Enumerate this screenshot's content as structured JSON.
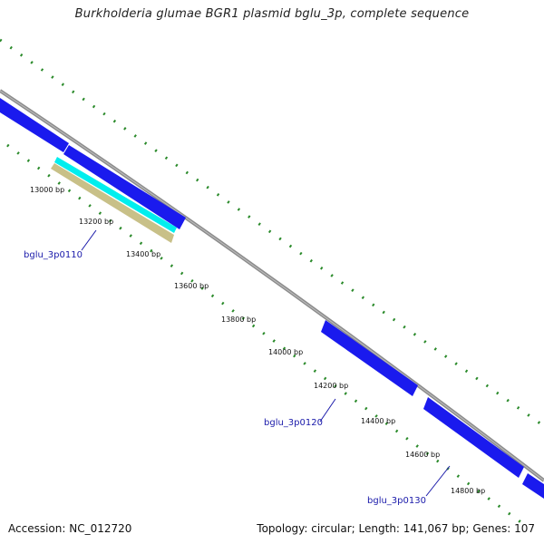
{
  "title": "Burkholderia glumae BGR1 plasmid bglu_3p, complete sequence",
  "footer": {
    "accession": "Accession: NC_012720",
    "topology": "Topology: circular; Length: 141,067 bp; Genes: 107"
  },
  "ticks": [
    "13000 bp",
    "13200 bp",
    "13400 bp",
    "13600 bp",
    "13800 bp",
    "14000 bp",
    "14200 bp",
    "14400 bp",
    "14600 bp",
    "14800 bp"
  ],
  "genes": [
    "bglu_3p0110",
    "bglu_3p0120",
    "bglu_3p0130"
  ],
  "colors": {
    "backbone": "#8c8c8c",
    "gene": "#1a1aee",
    "cds": "#00eeee",
    "rna": "#c8c088",
    "tick": "#2a8a2a",
    "label": "#1a1aaa"
  }
}
